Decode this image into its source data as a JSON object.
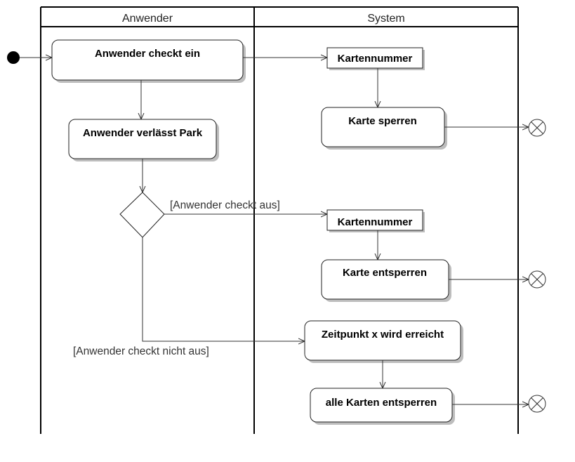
{
  "lanes": {
    "left": "Anwender",
    "right": "System"
  },
  "actions": {
    "checkin": "Anwender checkt ein",
    "leave_park": "Anwender verlässt Park",
    "lock_card": "Karte sperren",
    "unlock_card": "Karte entsperren",
    "time_reached": "Zeitpunkt x wird erreicht",
    "unlock_all": "alle Karten entsperren"
  },
  "objects": {
    "card_number_1": "Kartennummer",
    "card_number_2": "Kartennummer"
  },
  "guards": {
    "checks_out": "[Anwender checkt aus]",
    "not_checks_out": "[Anwender checkt nicht aus]"
  }
}
